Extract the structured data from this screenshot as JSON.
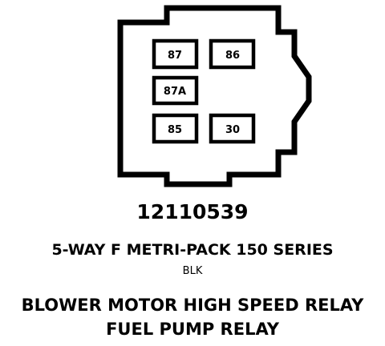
{
  "connector": {
    "cavities": [
      {
        "id": "87",
        "label": "87"
      },
      {
        "id": "86",
        "label": "86"
      },
      {
        "id": "87a",
        "label": "87A"
      },
      {
        "id": "85",
        "label": "85"
      },
      {
        "id": "30",
        "label": "30"
      }
    ]
  },
  "caption": {
    "part_number": "12110539",
    "series": "5-WAY F METRI-PACK 150 SERIES",
    "color": "BLK",
    "usage": [
      "BLOWER MOTOR HIGH SPEED RELAY",
      "FUEL PUMP RELAY"
    ]
  }
}
